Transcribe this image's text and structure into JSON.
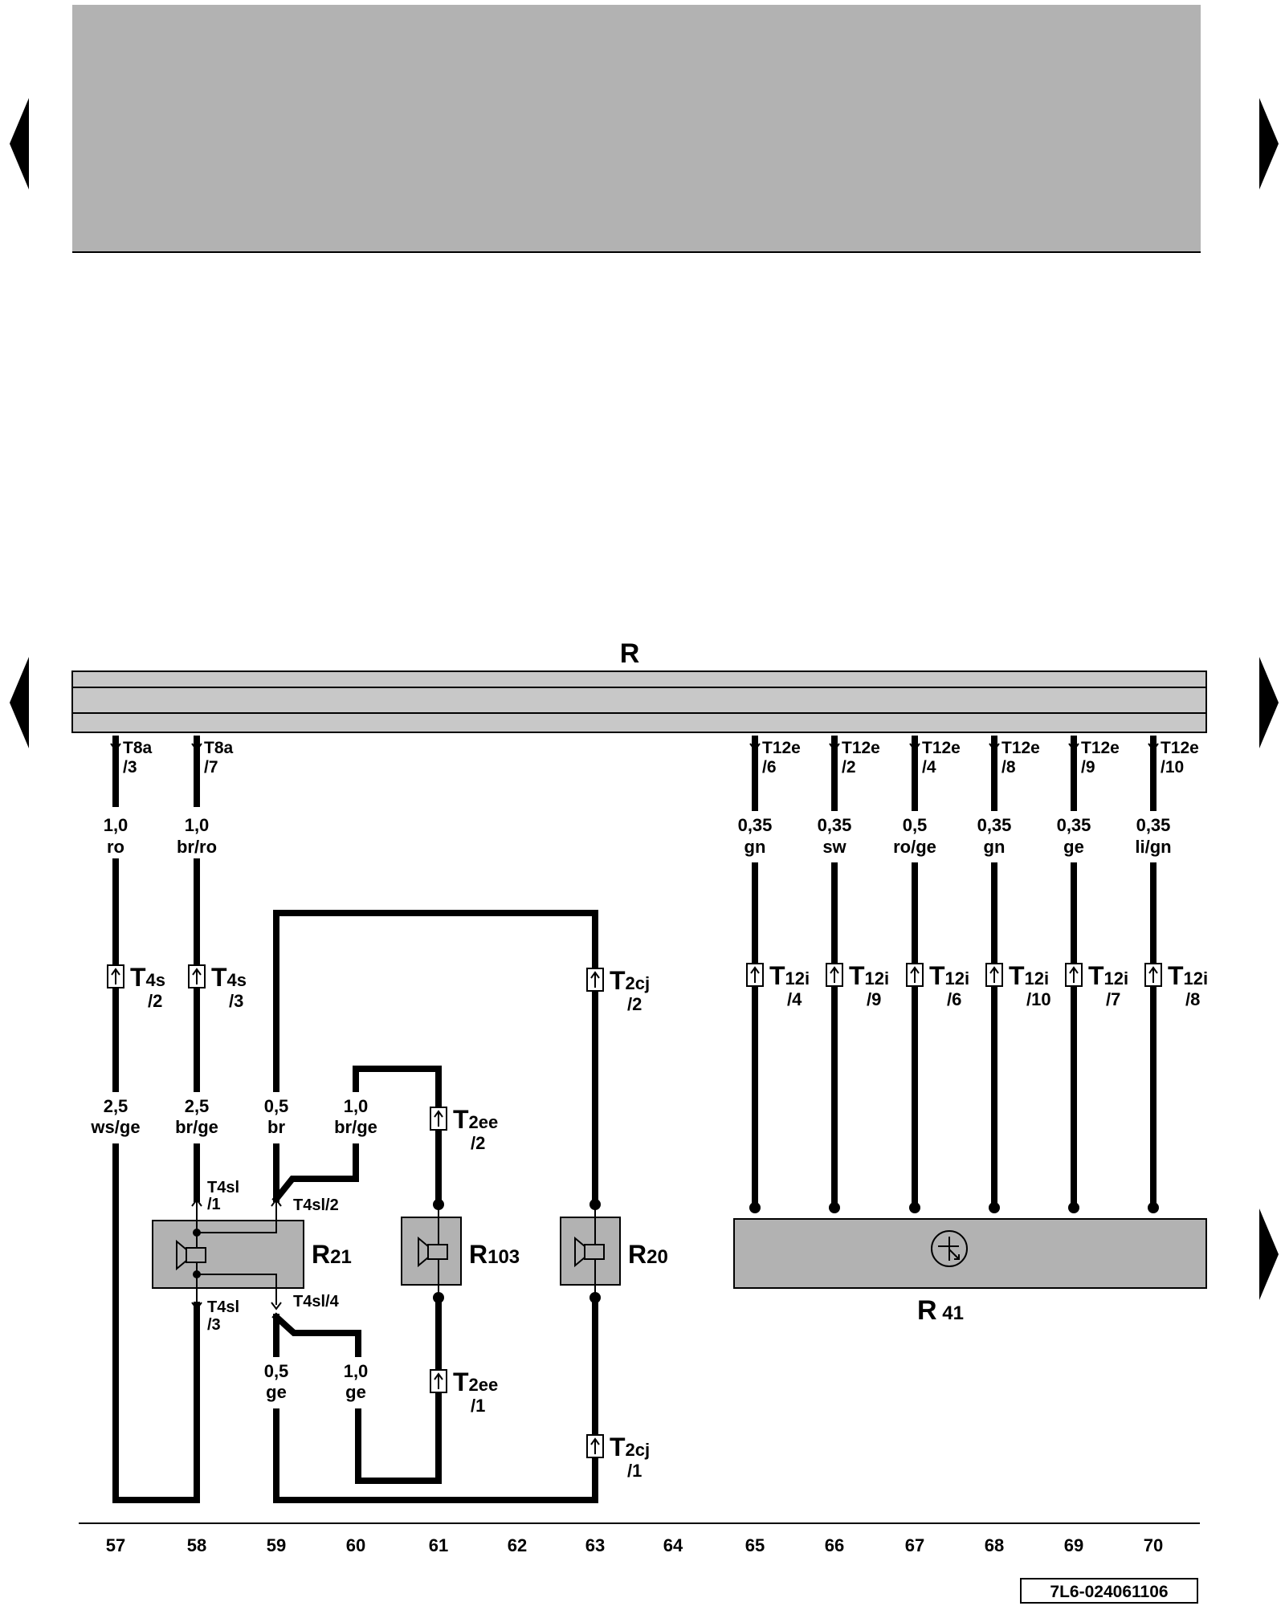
{
  "bus": {
    "label": "R"
  },
  "top_connectors": [
    {
      "col": 57,
      "name": "T8a",
      "pin": "/3",
      "size": "1,0",
      "color": "ro"
    },
    {
      "col": 58,
      "name": "T8a",
      "pin": "/7",
      "size": "1,0",
      "color": "br/ro"
    },
    {
      "col": 65,
      "name": "T12e",
      "pin": "/6",
      "size": "0,35",
      "color": "gn"
    },
    {
      "col": 66,
      "name": "T12e",
      "pin": "/2",
      "size": "0,35",
      "color": "sw"
    },
    {
      "col": 67,
      "name": "T12e",
      "pin": "/4",
      "size": "0,5",
      "color": "ro/ge"
    },
    {
      "col": 68,
      "name": "T12e",
      "pin": "/8",
      "size": "0,35",
      "color": "gn"
    },
    {
      "col": 69,
      "name": "T12e",
      "pin": "/9",
      "size": "0,35",
      "color": "ge"
    },
    {
      "col": 70,
      "name": "T12e",
      "pin": "/10",
      "size": "0,35",
      "color": "li/gn"
    }
  ],
  "inline_connectors": [
    {
      "col": 57,
      "base": "T",
      "sub": "4s",
      "pin": "/2"
    },
    {
      "col": 58,
      "base": "T",
      "sub": "4s",
      "pin": "/3"
    },
    {
      "col": 63,
      "base": "T",
      "sub": "2cj",
      "pin": "/2"
    },
    {
      "col": 65,
      "base": "T",
      "sub": "12i",
      "pin": "/4"
    },
    {
      "col": 66,
      "base": "T",
      "sub": "12i",
      "pin": "/9"
    },
    {
      "col": 67,
      "base": "T",
      "sub": "12i",
      "pin": "/6"
    },
    {
      "col": 68,
      "base": "T",
      "sub": "12i",
      "pin": "/10"
    },
    {
      "col": 69,
      "base": "T",
      "sub": "12i",
      "pin": "/7"
    },
    {
      "col": 70,
      "base": "T",
      "sub": "12i",
      "pin": "/8"
    },
    {
      "col": 61,
      "base": "T",
      "sub": "2ee",
      "pin": "/2"
    },
    {
      "col": 61,
      "base": "T",
      "sub": "2ee",
      "pin": "/1"
    },
    {
      "col": 63,
      "base": "T",
      "sub": "2cj",
      "pin": "/1"
    }
  ],
  "mid_wires": [
    {
      "col": 57,
      "size": "2,5",
      "color": "ws/ge"
    },
    {
      "col": 58,
      "size": "2,5",
      "color": "br/ge"
    },
    {
      "col": 59,
      "size": "0,5",
      "color": "br"
    },
    {
      "col": 60,
      "size": "1,0",
      "color": "br/ge"
    }
  ],
  "low_wires": [
    {
      "col": 59,
      "size": "0,5",
      "color": "ge"
    },
    {
      "col": 60,
      "size": "1,0",
      "color": "ge"
    }
  ],
  "r21_pins": [
    "T4sl",
    "/1",
    "T4sl/2",
    "T4sl",
    "/3",
    "T4sl/4"
  ],
  "components": [
    {
      "base": "R",
      "sub": "21"
    },
    {
      "base": "R",
      "sub": "103"
    },
    {
      "base": "R",
      "sub": "20"
    },
    {
      "base": "R",
      "sub": " 41"
    }
  ],
  "column_numbers": [
    "57",
    "58",
    "59",
    "60",
    "61",
    "62",
    "63",
    "64",
    "65",
    "66",
    "67",
    "68",
    "69",
    "70"
  ],
  "footer_code": "7L6-024061106",
  "nav": {
    "prev_icon": "triangle-left-icon",
    "next_icon": "triangle-right-icon"
  }
}
